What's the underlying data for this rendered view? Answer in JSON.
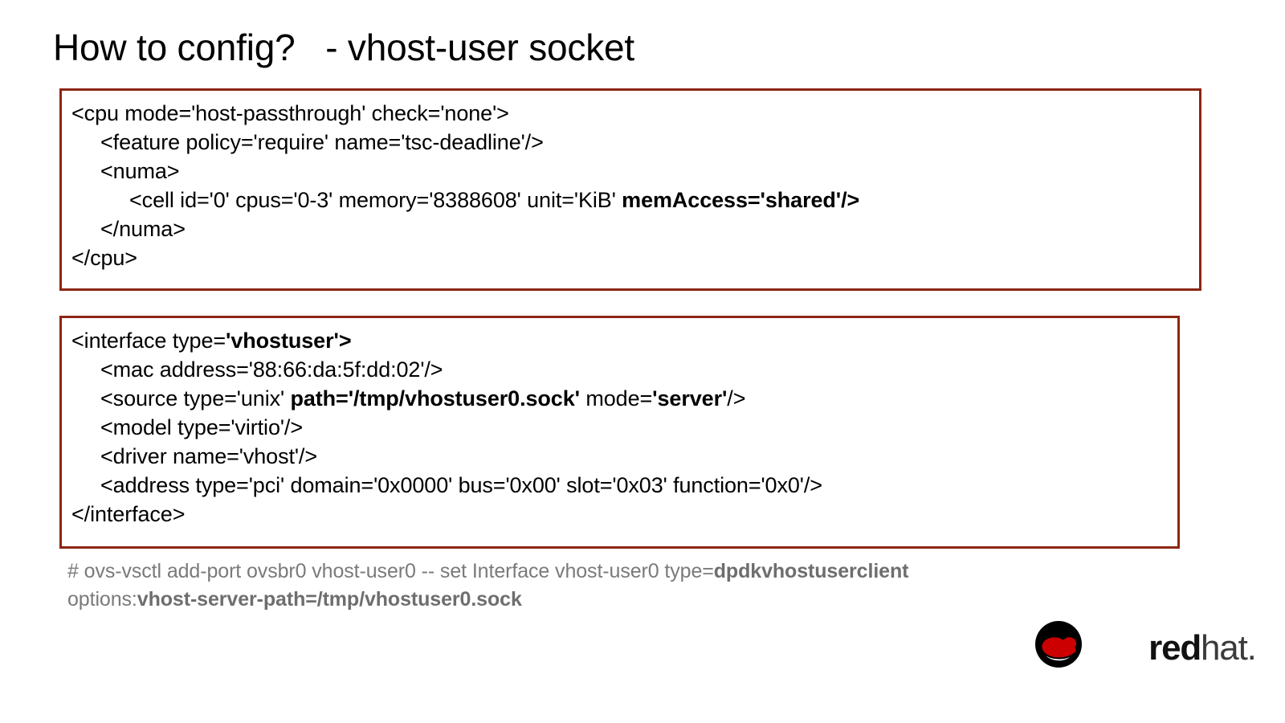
{
  "slide": {
    "title": "How to config?   - vhost-user socket",
    "accent_color": "#8c2613",
    "background_color": "#ffffff",
    "text_color": "#000000",
    "muted_text_color": "#7a7a7a"
  },
  "cpu_block": {
    "border_color": "#8c2613",
    "lines": [
      {
        "indent": 0,
        "segments": [
          {
            "text": "<cpu mode='host-passthrough' check='none'>",
            "bold": false
          }
        ]
      },
      {
        "indent": 1,
        "segments": [
          {
            "text": "<feature policy='require' name='tsc-deadline'/>",
            "bold": false
          }
        ]
      },
      {
        "indent": 1,
        "segments": [
          {
            "text": "<numa>",
            "bold": false
          }
        ]
      },
      {
        "indent": 2,
        "segments": [
          {
            "text": "<cell id='0' cpus='0-3' memory='8388608' unit='KiB' ",
            "bold": false
          },
          {
            "text": "memAccess='shared'/>",
            "bold": true
          }
        ]
      },
      {
        "indent": 1,
        "segments": [
          {
            "text": "</numa>",
            "bold": false
          }
        ]
      },
      {
        "indent": 0,
        "segments": [
          {
            "text": "</cpu>",
            "bold": false
          }
        ]
      }
    ]
  },
  "interface_block": {
    "border_color": "#8c2613",
    "lines": [
      {
        "indent": 0,
        "segments": [
          {
            "text": "<interface type=",
            "bold": false
          },
          {
            "text": "'vhostuser'>",
            "bold": true
          }
        ]
      },
      {
        "indent": 1,
        "segments": [
          {
            "text": "<mac address='88:66:da:5f:dd:02'/>",
            "bold": false
          }
        ]
      },
      {
        "indent": 1,
        "segments": [
          {
            "text": "<source type='unix' ",
            "bold": false
          },
          {
            "text": "path='/tmp/vhostuser0.sock'",
            "bold": true
          },
          {
            "text": " mode=",
            "bold": false
          },
          {
            "text": "'server'",
            "bold": true
          },
          {
            "text": "/>",
            "bold": false
          }
        ]
      },
      {
        "indent": 1,
        "segments": [
          {
            "text": "<model type='virtio'/>",
            "bold": false
          }
        ]
      },
      {
        "indent": 1,
        "segments": [
          {
            "text": "<driver name='vhost'/>",
            "bold": false
          }
        ]
      },
      {
        "indent": 1,
        "segments": [
          {
            "text": "<address type='pci' domain='0x0000' bus='0x00' slot='0x03' function='0x0'/>",
            "bold": false
          }
        ]
      },
      {
        "indent": 0,
        "segments": [
          {
            "text": "</interface>",
            "bold": false
          }
        ]
      }
    ]
  },
  "command_block": {
    "lines": [
      {
        "segments": [
          {
            "text": "# ovs-vsctl add-port ovsbr0 vhost-user0 -- set Interface vhost-user0 type=",
            "bold": false
          },
          {
            "text": "dpdkvhostuserclient",
            "bold": true
          }
        ]
      },
      {
        "segments": [
          {
            "text": "options:",
            "bold": false
          },
          {
            "text": "vhost-server-path=/tmp/vhostuser0.sock",
            "bold": true
          }
        ]
      }
    ]
  },
  "logo": {
    "icon_name": "redhat-shadowman-icon",
    "word_primary": "red",
    "word_secondary": "hat",
    "word_dot": ".",
    "hat_color": "#cc0000",
    "circle_color": "#000000"
  }
}
